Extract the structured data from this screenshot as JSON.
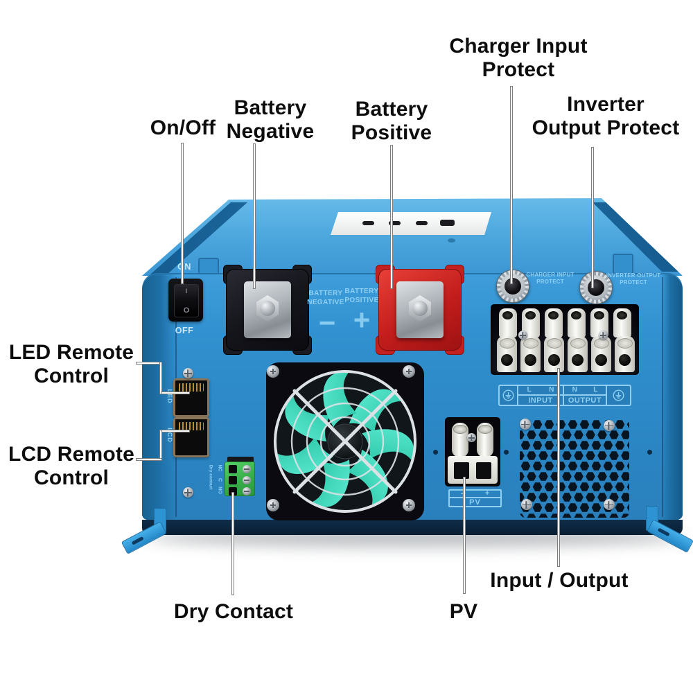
{
  "callouts": {
    "on_off": "On/Off",
    "battery_negative": "Battery\nNegative",
    "battery_positive": "Battery\nPositive",
    "charger_input_protect": "Charger Input\nProtect",
    "inverter_output_protect": "Inverter\nOutput Protect",
    "led_remote_control": "LED Remote\nControl",
    "lcd_remote_control": "LCD Remote\nControl",
    "dry_contact": "Dry Contact",
    "pv": "PV",
    "input_output": "Input / Output"
  },
  "device_prints": {
    "switch_on": "ON",
    "switch_off": "OFF",
    "rocker_on": "I",
    "rocker_off": "O",
    "battery_negative": "BATTERY\nNEGATIVE",
    "battery_positive": "BATTERY\nPOSITIVE",
    "minus": "−",
    "plus": "+",
    "charger_breaker": "CHARGER INPUT\nPROTECT",
    "inverter_breaker": "INVERTER OUTPUT\nPROTECT",
    "io_input_l": "L",
    "io_input_n": "N",
    "io_input": "INPUT",
    "io_output_n": "N",
    "io_output_l": "L",
    "io_output": "OUTPUT",
    "led": "LED",
    "lcd": "LCD",
    "dry_nc": "NC",
    "dry_c": "C",
    "dry_no": "NO",
    "dry_caption": "Dry contact",
    "pv_minus": "-",
    "pv_plus": "+",
    "pv": "PV"
  },
  "colors": {
    "device_front_blue": "#2E8CC9",
    "device_top_blue": "#57AEE1",
    "device_side_blue": "#1E6FA8",
    "silkscreen_blue": "#8FD0F2",
    "terminal_red": "#D62B26",
    "terminal_black": "#17171F",
    "fan_teal": "#3EDDC5",
    "dry_contact_green": "#35B44A",
    "callout_text": "#0D0D0D"
  }
}
